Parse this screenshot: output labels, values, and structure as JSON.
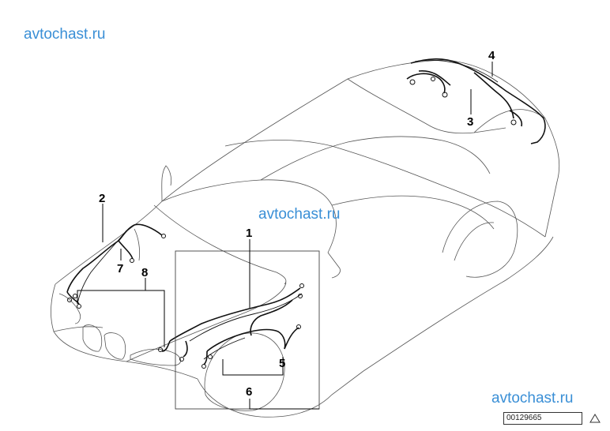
{
  "watermarks": [
    "avtochast.ru",
    "avtochast.ru",
    "avtochast.ru"
  ],
  "part_numbers": [
    "1",
    "2",
    "3",
    "4",
    "5",
    "6",
    "7",
    "8"
  ],
  "reference_code": "00129665"
}
